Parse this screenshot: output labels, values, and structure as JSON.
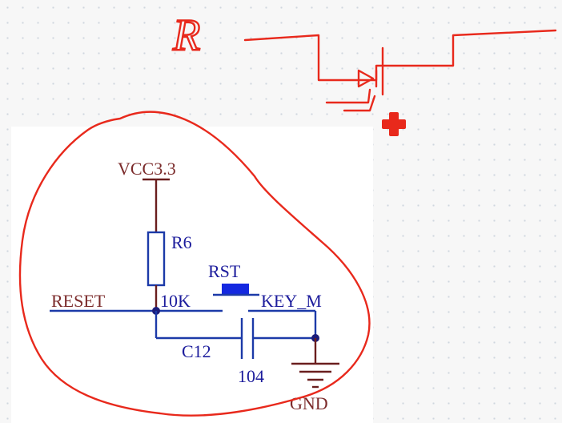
{
  "schematic": {
    "power_label": "VCC3.3",
    "resistor_ref": "R6",
    "resistor_value": "10K",
    "switch_ref": "RST",
    "switch_type": "KEY_M",
    "net_label": "RESET",
    "capacitor_ref": "C12",
    "capacitor_value": "104",
    "ground_label": "GND"
  },
  "annotation": {
    "handwritten_letter": "R"
  },
  "colors": {
    "wire_blue": "#1c3aa8",
    "wire_dark": "#6a1e1e",
    "pen_red": "#e8291c",
    "button_blue": "#1428e0",
    "label_dark": "#7b2b2b",
    "label_blue": "#1c1c9c"
  }
}
